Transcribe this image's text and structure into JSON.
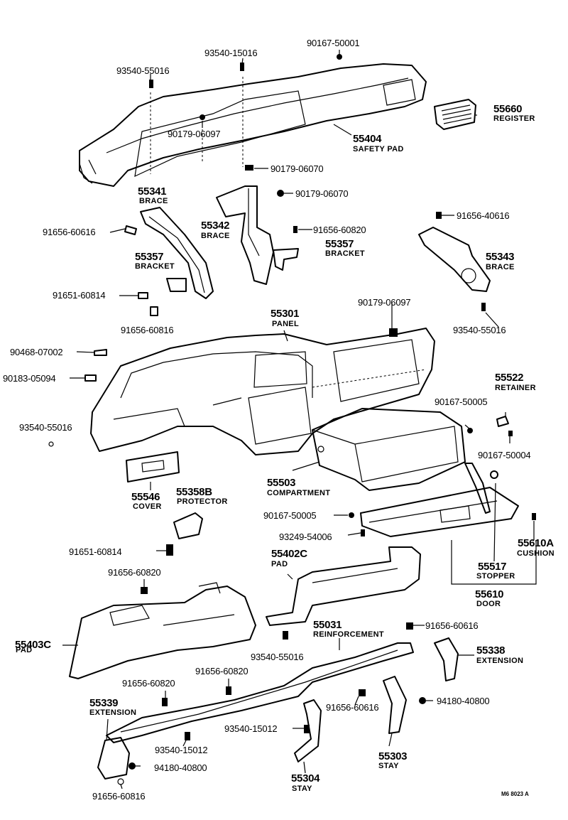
{
  "callouts": {
    "p90167_50001": "90167-50001",
    "p93540_15016a": "93540-15016",
    "p93540_55016a": "93540-55016",
    "p55660": "55660",
    "p55660_name": "REGISTER",
    "p90179_06097a": "90179-06097",
    "p55404": "55404",
    "p55404_name": "SAFETY PAD",
    "p90179_06070a": "90179-06070",
    "p90179_06070b": "90179-06070",
    "p55341": "55341",
    "p55341_name": "BRACE",
    "p55342": "55342",
    "p55342_name": "BRACE",
    "p91656_60820a": "91656-60820",
    "p91656_40616": "91656-40616",
    "p91656_60616a": "91656-60616",
    "p55357a": "55357",
    "p55357a_name": "BRACKET",
    "p55357b": "55357",
    "p55357b_name": "BRACKET",
    "p55343": "55343",
    "p55343_name": "BRACE",
    "p91651_60814a": "91651-60814",
    "p91656_60816a": "91656-60816",
    "p55301": "55301",
    "p55301_name": "PANEL",
    "p90179_06097b": "90179-06097",
    "p93540_55016b": "93540-55016",
    "p90468_07002": "90468-07002",
    "p90183_05094": "90183-05094",
    "p55522": "55522",
    "p55522_name": "RETAINER",
    "p90167_50005a": "90167-50005",
    "p93540_55016c": "93540-55016",
    "p90167_50004": "90167-50004",
    "p55503": "55503",
    "p55503_name": "COMPARTMENT",
    "p55546": "55546",
    "p55546_name": "COVER",
    "p55358B": "55358B",
    "p55358B_name": "PROTECTOR",
    "p90167_50005b": "90167-50005",
    "p93249_54006": "93249-54006",
    "p55610A": "55610A",
    "p55610A_name": "CUSHION",
    "p91651_60814b": "91651-60814",
    "p55402C": "55402C",
    "p55402C_name": "PAD",
    "p55517": "55517",
    "p55517_name": "STOPPER",
    "p91656_60820b": "91656-60820",
    "p55610": "55610",
    "p55610_name": "DOOR",
    "p55403C": "55403C",
    "p55403C_name": "PAD",
    "p55031": "55031",
    "p55031_name": "REINFORCEMENT",
    "p91656_60616b": "91656-60616",
    "p93540_55016d": "93540-55016",
    "p55338": "55338",
    "p55338_name": "EXTENSION",
    "p91656_60820c": "91656-60820",
    "p91656_60820d": "91656-60820",
    "p94180_40800a": "94180-40800",
    "p55339": "55339",
    "p55339_name": "EXTENSION",
    "p91656_60616c": "91656-60616",
    "p93540_15012a": "93540-15012",
    "p93540_15012b": "93540-15012",
    "p55303": "55303",
    "p55303_name": "STAY",
    "p94180_40800b": "94180-40800",
    "p55304": "55304",
    "p55304_name": "STAY",
    "p91656_60816b": "91656-60816",
    "drawing_code": "M6 8023 A"
  }
}
